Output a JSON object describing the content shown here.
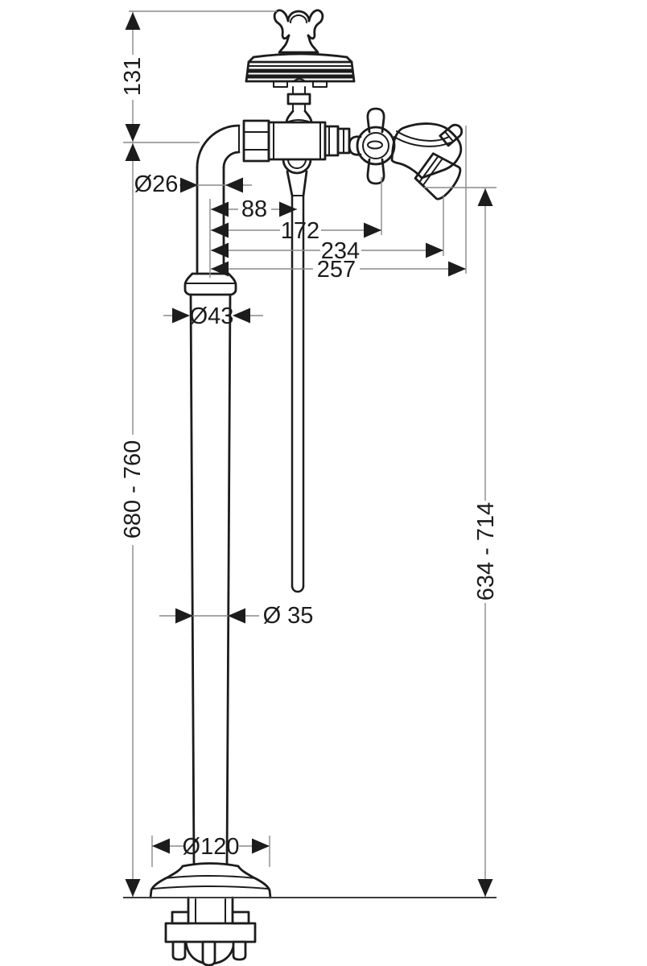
{
  "drawing": {
    "colors": {
      "outline": "#1c1c1c",
      "dimension_lines": "#8a8a8a",
      "floor_line": "#3c3c3c",
      "background": "#ffffff"
    },
    "dimensions": {
      "knob_to_body_height": "131",
      "elbow_pipe_diameter": "Ø26",
      "outlet_tube_offset": "88",
      "handle_offset": "172",
      "spout_tip_offset": "234",
      "spout_end_offset": "257",
      "collar_diameter": "Ø43",
      "riser_height_range": "680 - 760",
      "riser_pipe_diameter": "Ø 35",
      "spout_outlet_height_range": "634 - 714",
      "base_flange_diameter": "Ø120"
    }
  }
}
